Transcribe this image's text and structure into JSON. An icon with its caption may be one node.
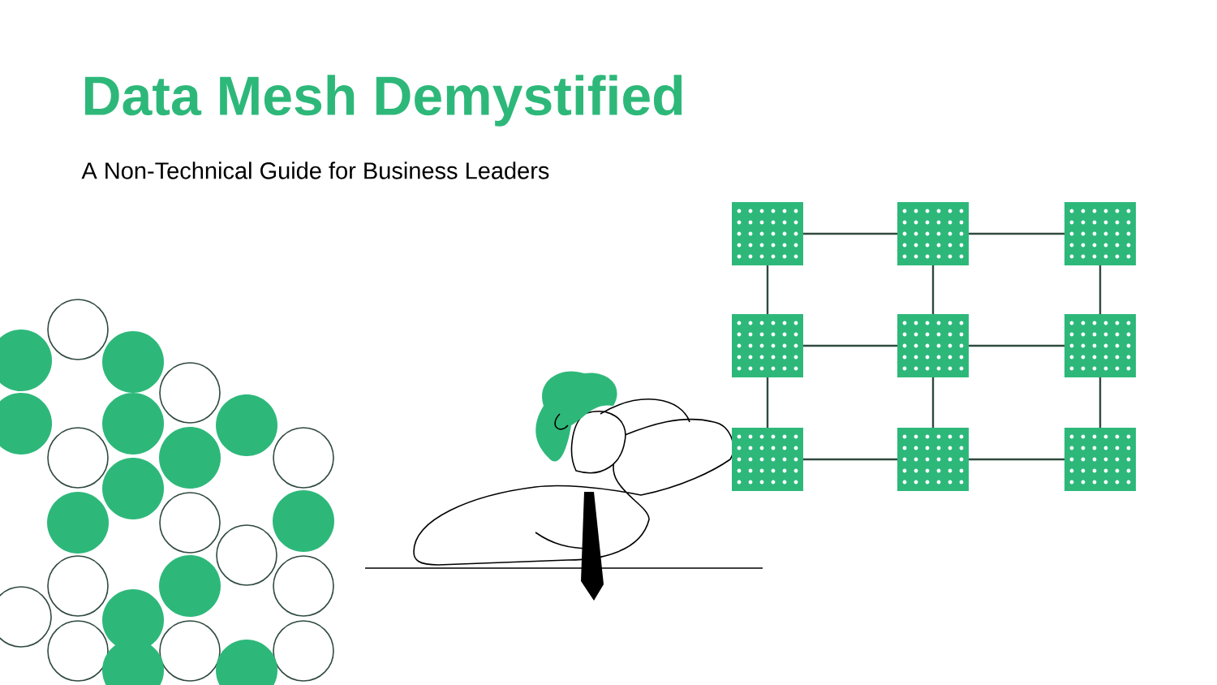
{
  "diagram": {
    "title": "Data Mesh Demystified",
    "caption": "A Non-Technical Guide for Business Leaders",
    "nodes": [
      {
        "text": [],
        "shape": "box"
      },
      {
        "text": [],
        "shape": "box"
      },
      {
        "text": [],
        "shape": "box"
      },
      {
        "text": [],
        "shape": "box"
      },
      {
        "text": [],
        "shape": "box"
      },
      {
        "text": [],
        "shape": "box"
      },
      {
        "text": [],
        "shape": "box"
      },
      {
        "text": [],
        "shape": "box"
      },
      {
        "text": [],
        "shape": "box"
      }
    ],
    "edges": [
      {
        "from": 0,
        "to": 1,
        "arrow": "none"
      },
      {
        "from": 1,
        "to": 2,
        "arrow": "none"
      },
      {
        "from": 3,
        "to": 4,
        "arrow": "none"
      },
      {
        "from": 4,
        "to": 5,
        "arrow": "none"
      },
      {
        "from": 6,
        "to": 7,
        "arrow": "none"
      },
      {
        "from": 7,
        "to": 8,
        "arrow": "none"
      },
      {
        "from": 0,
        "to": 3,
        "arrow": "none"
      },
      {
        "from": 3,
        "to": 6,
        "arrow": "none"
      },
      {
        "from": 1,
        "to": 4,
        "arrow": "none"
      },
      {
        "from": 4,
        "to": 7,
        "arrow": "none"
      },
      {
        "from": 2,
        "to": 5,
        "arrow": "none"
      },
      {
        "from": 5,
        "to": 8,
        "arrow": "none"
      }
    ]
  }
}
